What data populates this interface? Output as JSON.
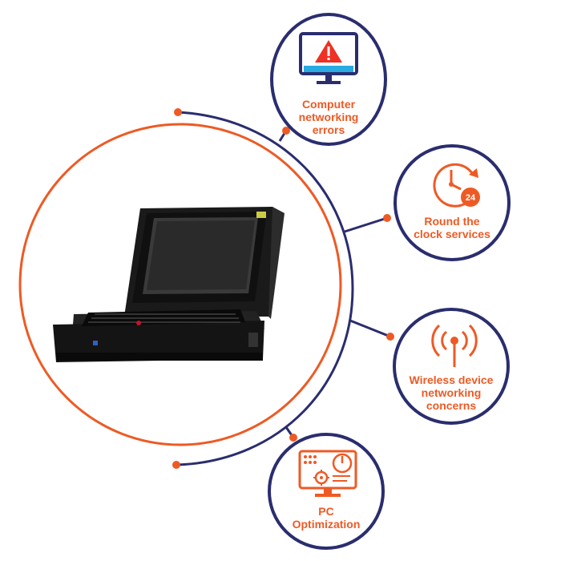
{
  "colors": {
    "navy": "#2a2d6e",
    "orange": "#ee5a24"
  },
  "laptop": {
    "icon": "laptop-image"
  },
  "services": [
    {
      "label": "Computer\nnetworking\nerrors",
      "icon": "monitor-alert-icon"
    },
    {
      "label": "Round the\nclock services",
      "icon": "clock-24-icon",
      "badge": "24"
    },
    {
      "label": "Wireless device\nnetworking\nconcerns",
      "icon": "wireless-antenna-icon"
    },
    {
      "label": "PC\nOptimization",
      "icon": "pc-optimization-icon"
    }
  ]
}
